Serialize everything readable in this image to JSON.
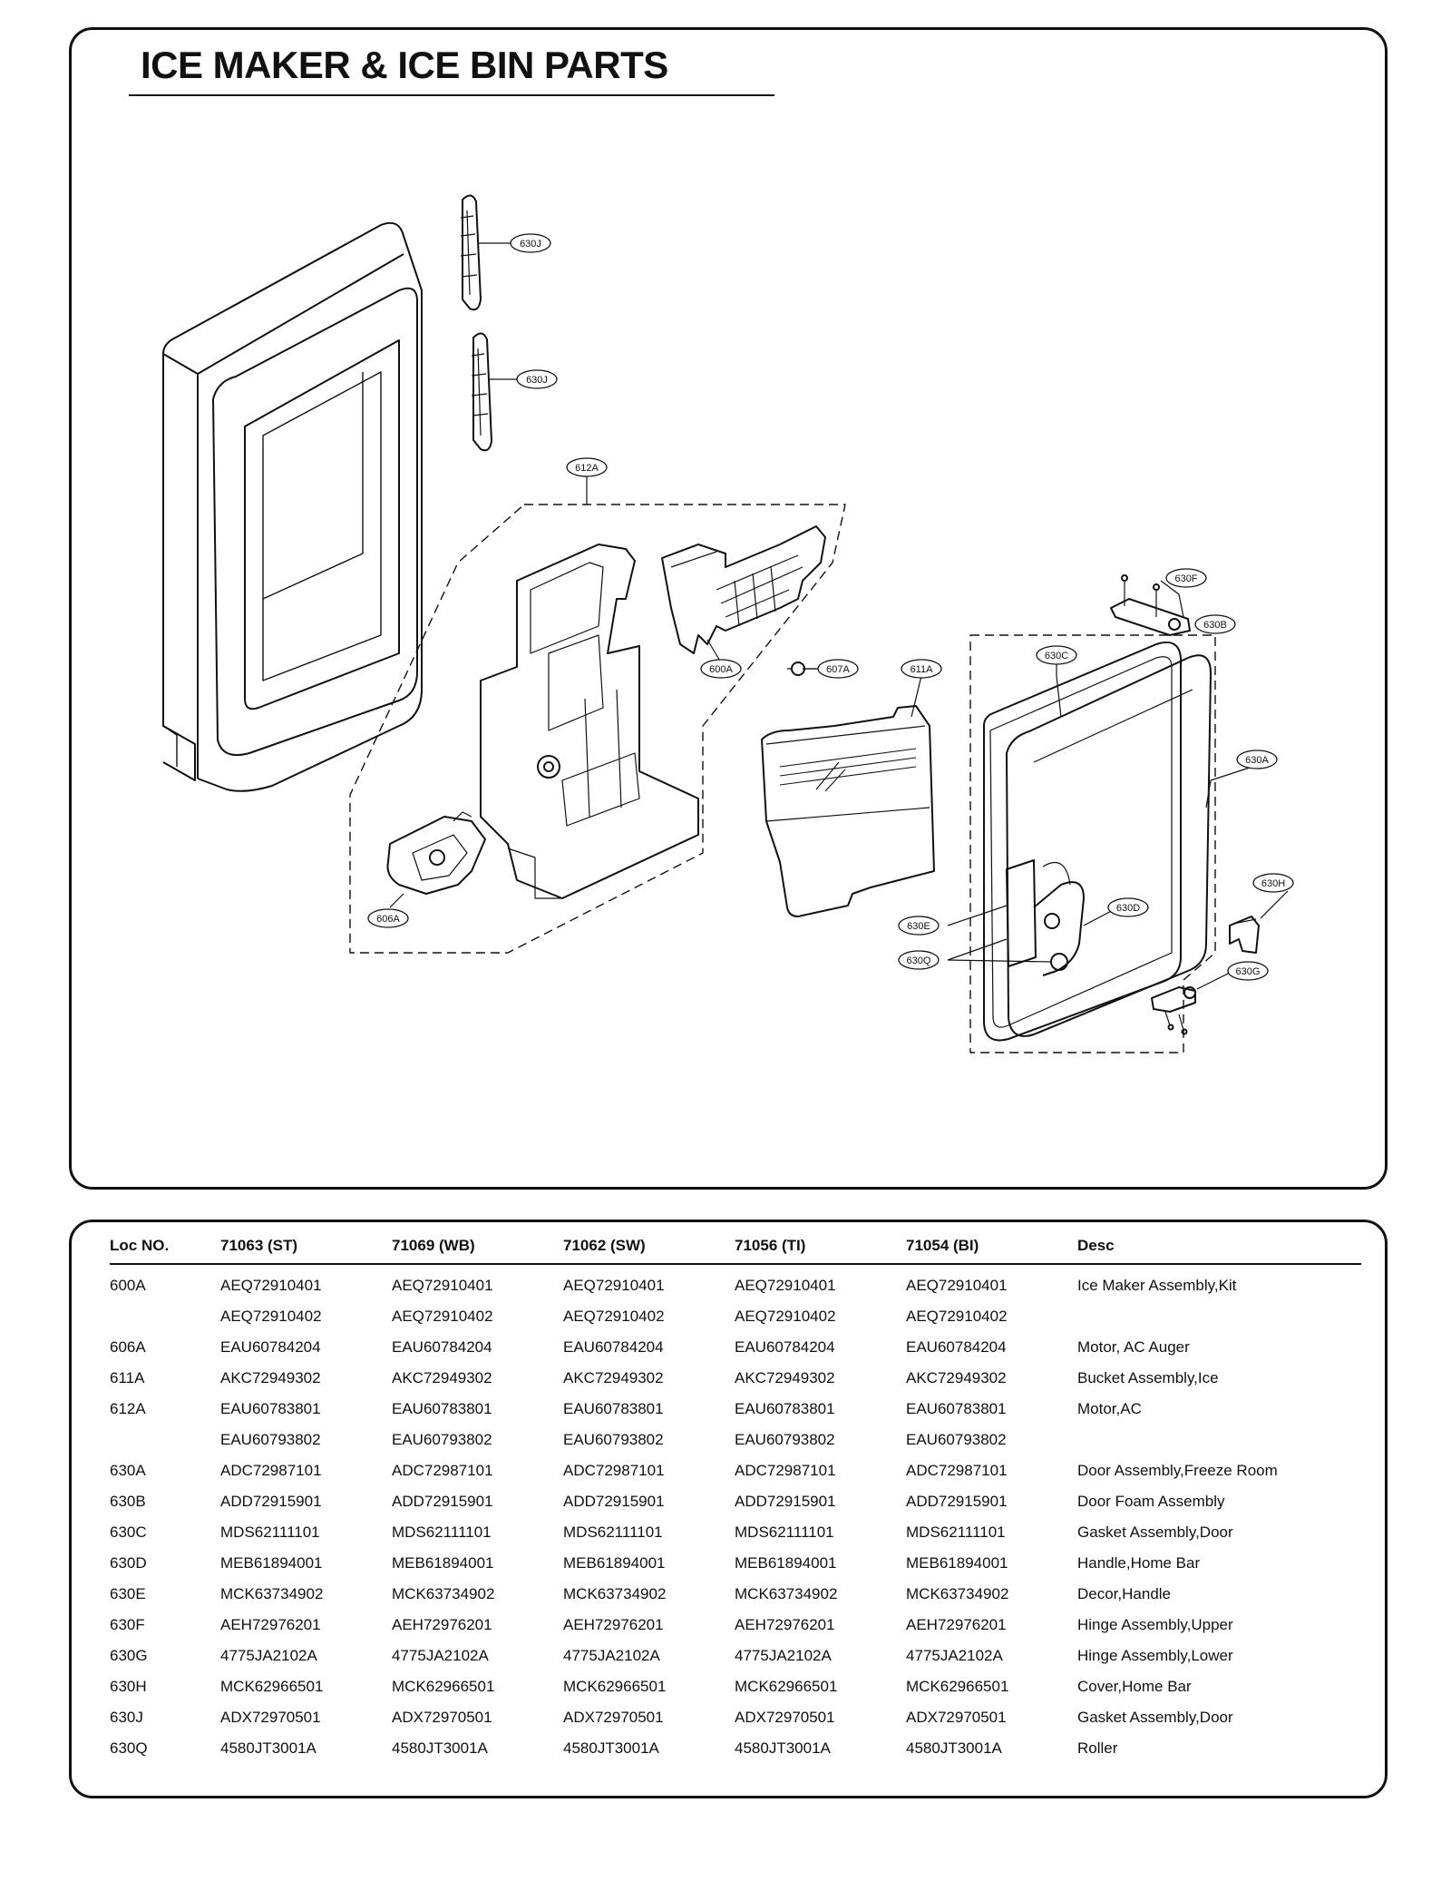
{
  "title": "ICE MAKER & ICE BIN PARTS",
  "callouts": {
    "c630J_1": "630J",
    "c630J_2": "630J",
    "c612A": "612A",
    "c600A": "600A",
    "c607A": "607A",
    "c611A": "611A",
    "c606A": "606A",
    "c630F": "630F",
    "c630B": "630B",
    "c630C": "630C",
    "c630A": "630A",
    "c630H": "630H",
    "c630D": "630D",
    "c630E": "630E",
    "c630Q": "630Q",
    "c630G": "630G"
  },
  "table": {
    "headers": [
      "Loc NO.",
      "71063 (ST)",
      "71069 (WB)",
      "71062 (SW)",
      "71056 (TI)",
      "71054 (BI)",
      "Desc"
    ],
    "rows": [
      [
        "600A",
        "AEQ72910401",
        "AEQ72910401",
        "AEQ72910401",
        "AEQ72910401",
        "AEQ72910401",
        "Ice Maker Assembly,Kit"
      ],
      [
        "",
        "AEQ72910402",
        "AEQ72910402",
        "AEQ72910402",
        "AEQ72910402",
        "AEQ72910402",
        ""
      ],
      [
        "606A",
        "EAU60784204",
        "EAU60784204",
        "EAU60784204",
        "EAU60784204",
        "EAU60784204",
        "Motor, AC Auger"
      ],
      [
        "611A",
        "AKC72949302",
        "AKC72949302",
        "AKC72949302",
        "AKC72949302",
        "AKC72949302",
        "Bucket Assembly,Ice"
      ],
      [
        "612A",
        "EAU60783801",
        "EAU60783801",
        "EAU60783801",
        "EAU60783801",
        "EAU60783801",
        "Motor,AC"
      ],
      [
        "",
        "EAU60793802",
        "EAU60793802",
        "EAU60793802",
        "EAU60793802",
        "EAU60793802",
        ""
      ],
      [
        "630A",
        "ADC72987101",
        "ADC72987101",
        "ADC72987101",
        "ADC72987101",
        "ADC72987101",
        "Door Assembly,Freeze Room"
      ],
      [
        "630B",
        "ADD72915901",
        "ADD72915901",
        "ADD72915901",
        "ADD72915901",
        "ADD72915901",
        "Door Foam Assembly"
      ],
      [
        "630C",
        "MDS62111101",
        "MDS62111101",
        "MDS62111101",
        "MDS62111101",
        "MDS62111101",
        "Gasket Assembly,Door"
      ],
      [
        "630D",
        "MEB61894001",
        "MEB61894001",
        "MEB61894001",
        "MEB61894001",
        "MEB61894001",
        "Handle,Home Bar"
      ],
      [
        "630E",
        "MCK63734902",
        "MCK63734902",
        "MCK63734902",
        "MCK63734902",
        "MCK63734902",
        "Decor,Handle"
      ],
      [
        "630F",
        "AEH72976201",
        "AEH72976201",
        "AEH72976201",
        "AEH72976201",
        "AEH72976201",
        "Hinge Assembly,Upper"
      ],
      [
        "630G",
        "4775JA2102A",
        "4775JA2102A",
        "4775JA2102A",
        "4775JA2102A",
        "4775JA2102A",
        "Hinge Assembly,Lower"
      ],
      [
        "630H",
        "MCK62966501",
        "MCK62966501",
        "MCK62966501",
        "MCK62966501",
        "MCK62966501",
        "Cover,Home Bar"
      ],
      [
        "630J",
        "ADX72970501",
        "ADX72970501",
        "ADX72970501",
        "ADX72970501",
        "ADX72970501",
        "Gasket Assembly,Door"
      ],
      [
        "630Q",
        "4580JT3001A",
        "4580JT3001A",
        "4580JT3001A",
        "4580JT3001A",
        "4580JT3001A",
        "Roller"
      ]
    ]
  }
}
